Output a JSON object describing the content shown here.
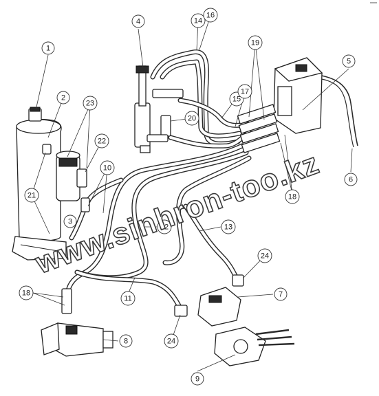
{
  "diagram": {
    "callouts": [
      {
        "id": "c1",
        "label": "1"
      },
      {
        "id": "c2",
        "label": "2"
      },
      {
        "id": "c3",
        "label": "3"
      },
      {
        "id": "c4",
        "label": "4"
      },
      {
        "id": "c5",
        "label": "5"
      },
      {
        "id": "c6",
        "label": "6"
      },
      {
        "id": "c7",
        "label": "7"
      },
      {
        "id": "c8",
        "label": "8"
      },
      {
        "id": "c9",
        "label": "9"
      },
      {
        "id": "c10",
        "label": "10"
      },
      {
        "id": "c11",
        "label": "11"
      },
      {
        "id": "c12",
        "label": "12"
      },
      {
        "id": "c13",
        "label": "13"
      },
      {
        "id": "c14",
        "label": "14"
      },
      {
        "id": "c15",
        "label": "15"
      },
      {
        "id": "c16",
        "label": "16"
      },
      {
        "id": "c17",
        "label": "17"
      },
      {
        "id": "c18a",
        "label": "18"
      },
      {
        "id": "c18b",
        "label": "18"
      },
      {
        "id": "c19",
        "label": "19"
      },
      {
        "id": "c20",
        "label": "20"
      },
      {
        "id": "c21",
        "label": "21"
      },
      {
        "id": "c22",
        "label": "22"
      },
      {
        "id": "c23",
        "label": "23"
      },
      {
        "id": "c24a",
        "label": "24"
      },
      {
        "id": "c24b",
        "label": "24"
      }
    ]
  },
  "watermark": {
    "text": "www.sinhron-too.kz",
    "color": "#3a3a3a"
  },
  "colors": {
    "line": "#2b2b2b",
    "background": "#ffffff"
  }
}
